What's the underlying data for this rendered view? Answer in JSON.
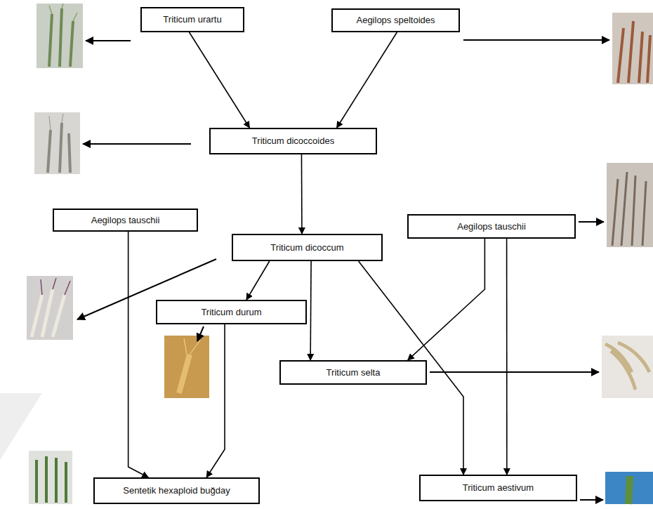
{
  "diagram": {
    "nodes": [
      {
        "text": [
          "Triticum urartu"
        ]
      },
      {
        "text": [
          "Aegilops speltoides"
        ]
      },
      {
        "text": [
          "Triticum dicoccoides"
        ]
      },
      {
        "text": [
          "Aegilops tauschii"
        ]
      },
      {
        "text": [
          "Triticum dicoccum"
        ]
      },
      {
        "text": [
          "Aegilops tauschii"
        ]
      },
      {
        "text": [
          "Triticum durum"
        ]
      },
      {
        "text": [
          "Triticum selta"
        ]
      },
      {
        "text": [
          "Sentetik hexaploid buğday"
        ]
      },
      {
        "text": [
          "Triticum aestivum"
        ]
      }
    ],
    "edges": [
      {
        "from": 0,
        "to": 2,
        "arrow": "to"
      },
      {
        "from": 1,
        "to": 2,
        "arrow": "to"
      },
      {
        "from": 2,
        "to": 4,
        "arrow": "to"
      },
      {
        "from": 4,
        "to": 6,
        "arrow": "to"
      },
      {
        "from": 4,
        "to": 7,
        "arrow": "to"
      },
      {
        "from": 5,
        "to": 7,
        "arrow": "to"
      },
      {
        "from": 4,
        "to": 9,
        "arrow": "to"
      },
      {
        "from": 5,
        "to": 9,
        "arrow": "to"
      },
      {
        "from": 3,
        "to": 8,
        "arrow": "to"
      },
      {
        "from": 6,
        "to": 8,
        "arrow": "to"
      }
    ]
  }
}
